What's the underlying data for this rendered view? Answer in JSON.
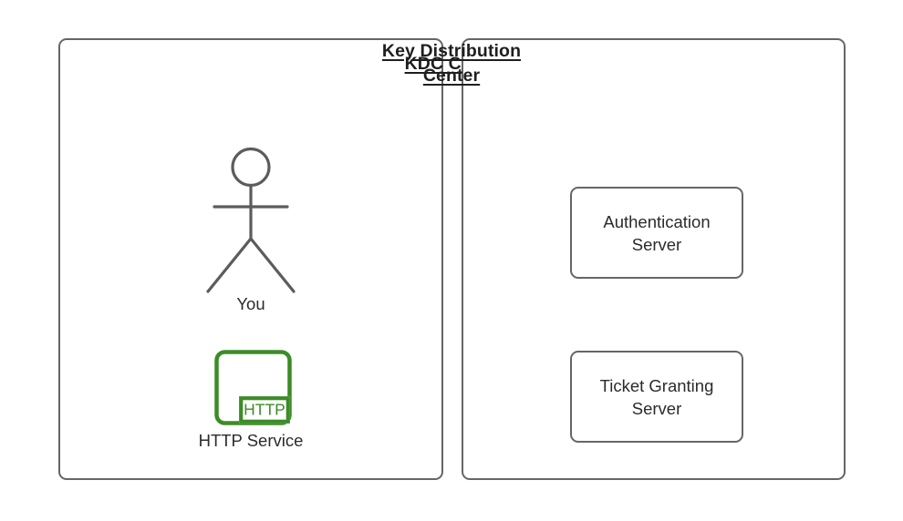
{
  "diagram": {
    "title_not_shown": false,
    "background_color": "#ffffff",
    "stroke_color": "#666666",
    "text_color": "#2b2b2b",
    "heading_color": "#1f1f1f",
    "accent_green": "#3d8b28"
  },
  "panels": {
    "client": {
      "title_line1": "KDC Client",
      "actor": {
        "icon": "stick-figure-person-icon",
        "label": "You"
      },
      "service": {
        "icon": "http-service-icon",
        "badge_text": "HTTP",
        "label": "HTTP Service"
      }
    },
    "kdc": {
      "title_line1": "Key Distribution",
      "title_line2": "Center",
      "boxes": [
        {
          "label": "Authentication\nServer"
        },
        {
          "label": "Ticket Granting\nServer"
        }
      ]
    }
  }
}
